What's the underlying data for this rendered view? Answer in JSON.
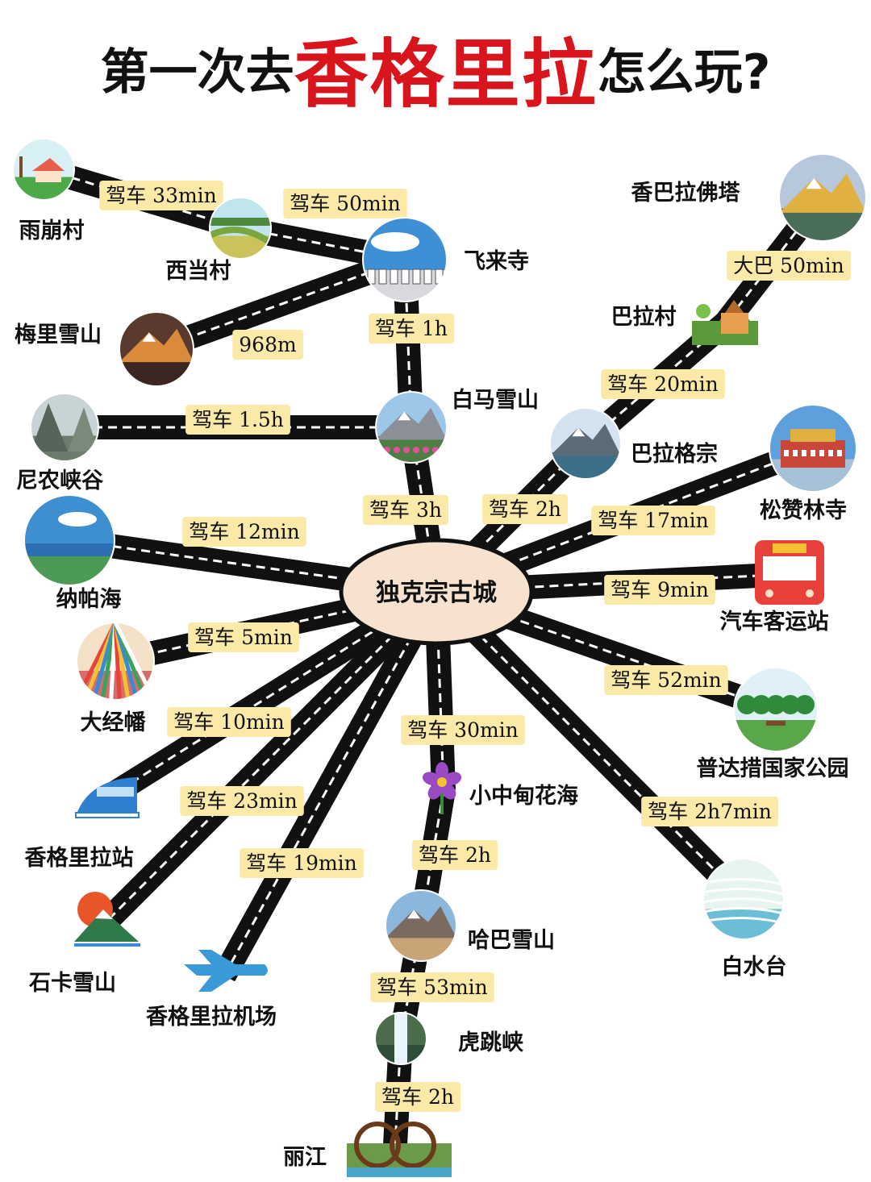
{
  "title": {
    "part1": "第一次去",
    "highlight": "香格里拉",
    "part2": "怎么玩?"
  },
  "colors": {
    "road": "#111111",
    "road_dash": "#ffffff",
    "label_bg": "#fbe9a8",
    "hub_fill": "#f7e2cf",
    "title_accent": "#d8141c"
  },
  "hub": {
    "name": "独克宗古城"
  },
  "places": [
    {
      "id": "yubeng",
      "name": "雨崩村",
      "icon": "village-icon"
    },
    {
      "id": "xidang",
      "name": "西当村",
      "icon": "fields-icon"
    },
    {
      "id": "feilaisi",
      "name": "飞来寺",
      "icon": "stupa-icon"
    },
    {
      "id": "meili",
      "name": "梅里雪山",
      "icon": "snow-mountain-icon"
    },
    {
      "id": "baima",
      "name": "白马雪山",
      "icon": "mountain-flower-icon"
    },
    {
      "id": "ninong",
      "name": "尼农峡谷",
      "icon": "canyon-icon"
    },
    {
      "id": "napahai",
      "name": "纳帕海",
      "icon": "lake-icon"
    },
    {
      "id": "dajingfan",
      "name": "大经幡",
      "icon": "prayer-flags-icon"
    },
    {
      "id": "shangrila_station",
      "name": "香格里拉站",
      "icon": "train-icon"
    },
    {
      "id": "shika",
      "name": "石卡雪山",
      "icon": "mountain-sun-icon"
    },
    {
      "id": "airport",
      "name": "香格里拉机场",
      "icon": "airplane-icon"
    },
    {
      "id": "xiaozhongdian",
      "name": "小中甸花海",
      "icon": "flower-icon"
    },
    {
      "id": "haba",
      "name": "哈巴雪山",
      "icon": "snow-peak-icon"
    },
    {
      "id": "hutiaoxia",
      "name": "虎跳峡",
      "icon": "waterfall-icon"
    },
    {
      "id": "lijiang",
      "name": "丽江",
      "icon": "water-wheel-icon"
    },
    {
      "id": "xiangbala",
      "name": "香巴拉佛塔",
      "icon": "golden-peak-icon"
    },
    {
      "id": "bala",
      "name": "巴拉村",
      "icon": "house-icon"
    },
    {
      "id": "balagezong",
      "name": "巴拉格宗",
      "icon": "canyon-mountain-icon"
    },
    {
      "id": "songzanlin",
      "name": "松赞林寺",
      "icon": "monastery-icon"
    },
    {
      "id": "bus_station",
      "name": "汽车客运站",
      "icon": "bus-icon"
    },
    {
      "id": "pudacuo",
      "name": "普达措国家公园",
      "icon": "park-icon"
    },
    {
      "id": "baishuitai",
      "name": "白水台",
      "icon": "terraces-icon"
    }
  ],
  "routes": [
    {
      "from": "yubeng",
      "to": "xidang",
      "label": "驾车 33min"
    },
    {
      "from": "xidang",
      "to": "feilaisi",
      "label": "驾车 50min"
    },
    {
      "from": "meili",
      "to": "feilaisi",
      "label": "968m"
    },
    {
      "from": "feilaisi",
      "to": "baima",
      "label": "驾车 1h"
    },
    {
      "from": "ninong",
      "to": "baima",
      "label": "驾车 1.5h"
    },
    {
      "from": "baima",
      "to": "hub",
      "label": "驾车 3h"
    },
    {
      "from": "napahai",
      "to": "hub",
      "label": "驾车 12min"
    },
    {
      "from": "dajingfan",
      "to": "hub",
      "label": "驾车 5min"
    },
    {
      "from": "shangrila_station",
      "to": "hub",
      "label": "驾车 10min"
    },
    {
      "from": "shika",
      "to": "hub",
      "label": "驾车 23min"
    },
    {
      "from": "airport",
      "to": "hub",
      "label": "驾车 19min"
    },
    {
      "from": "hub",
      "to": "xiaozhongdian",
      "label": "驾车 30min"
    },
    {
      "from": "xiaozhongdian",
      "to": "haba",
      "label": "驾车 2h"
    },
    {
      "from": "haba",
      "to": "hutiaoxia",
      "label": "驾车 53min"
    },
    {
      "from": "hutiaoxia",
      "to": "lijiang",
      "label": "驾车 2h"
    },
    {
      "from": "xiangbala",
      "to": "bala",
      "label": "大巴 50min"
    },
    {
      "from": "bala",
      "to": "balagezong",
      "label": "驾车 20min"
    },
    {
      "from": "balagezong",
      "to": "hub",
      "label": "驾车 2h"
    },
    {
      "from": "songzanlin",
      "to": "hub",
      "label": "驾车 17min"
    },
    {
      "from": "bus_station",
      "to": "hub",
      "label": "驾车 9min"
    },
    {
      "from": "pudacuo",
      "to": "hub",
      "label": "驾车 52min"
    },
    {
      "from": "baishuitai",
      "to": "hub",
      "label": "驾车 2h7min"
    }
  ]
}
